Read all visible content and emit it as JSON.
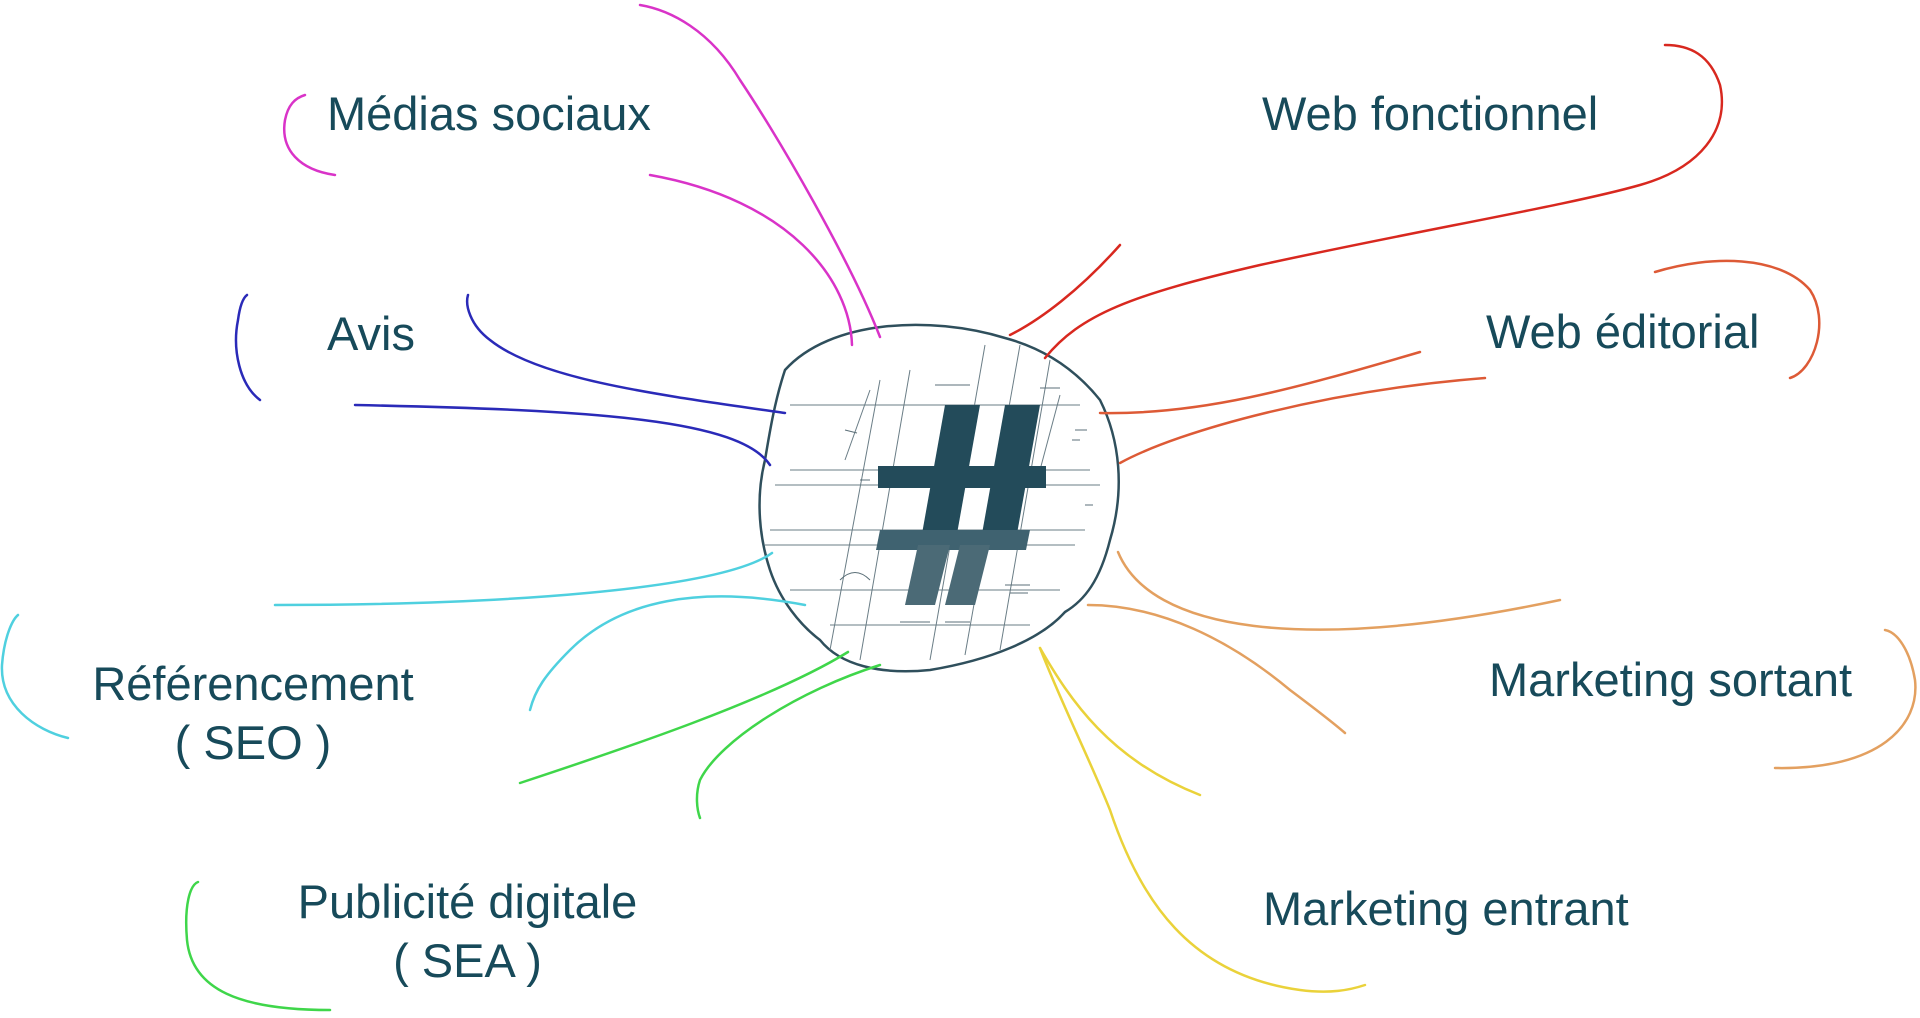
{
  "diagram": {
    "center_symbol": "hashtag-sketch",
    "colors": {
      "text": "#174a5a",
      "hash": "#234b5a",
      "magenta": "#d933c8",
      "blue": "#2a2ab8",
      "cyan": "#4fd0df",
      "green": "#3fd64a",
      "red": "#d8281f",
      "orange_red": "#dd5a36",
      "orange": "#e3a060",
      "yellow": "#ead23a"
    },
    "nodes": [
      {
        "id": "medias-sociaux",
        "label": "Médias sociaux",
        "color": "#d933c8"
      },
      {
        "id": "avis",
        "label": "Avis",
        "color": "#2a2ab8"
      },
      {
        "id": "referencement",
        "label": "Référencement",
        "sub": "( SEO )",
        "color": "#4fd0df"
      },
      {
        "id": "publicite",
        "label": "Publicité digitale",
        "sub": "( SEA )",
        "color": "#3fd64a"
      },
      {
        "id": "web-fonctionnel",
        "label": "Web fonctionnel",
        "color": "#d8281f"
      },
      {
        "id": "web-editorial",
        "label": "Web éditorial",
        "color": "#dd5a36"
      },
      {
        "id": "marketing-sortant",
        "label": "Marketing sortant",
        "color": "#e3a060"
      },
      {
        "id": "marketing-entrant",
        "label": "Marketing entrant",
        "color": "#ead23a"
      }
    ]
  }
}
